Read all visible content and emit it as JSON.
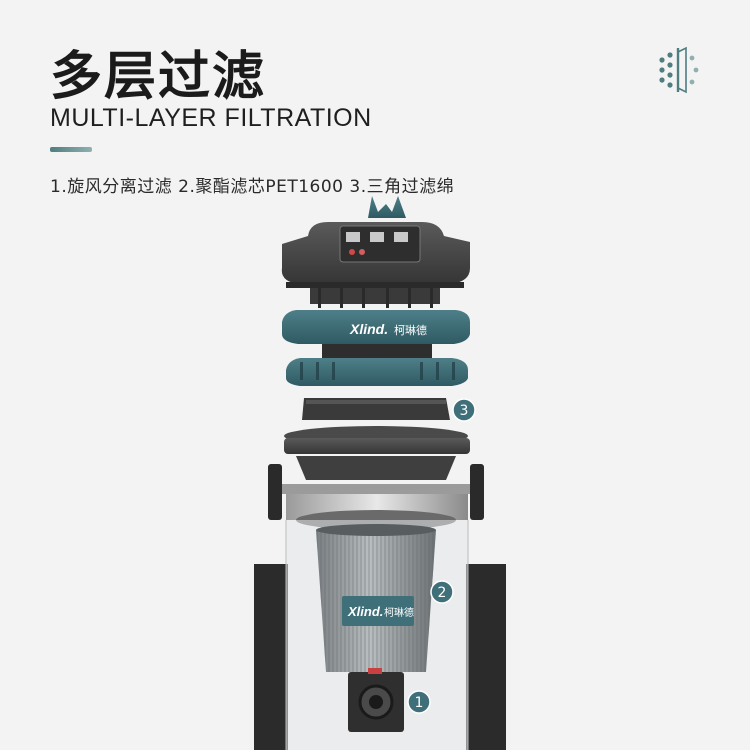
{
  "heading": {
    "title": "多层过滤",
    "subtitle": "MULTI-LAYER FILTRATION",
    "description": "1.旋风分离过滤 2.聚酯滤芯PET1600 3.三角过滤绵"
  },
  "icons": {
    "top_right": "filter-dots-icon"
  },
  "product": {
    "brand_latin": "Xlind.",
    "brand_cn": "柯琳德",
    "callouts": [
      "1",
      "2",
      "3"
    ]
  },
  "colors": {
    "accent": "#4f7d80",
    "teal_body": "#3f6f79",
    "dark_gray": "#4b4b4b",
    "badge": "#3f6f79",
    "background": "#f3f3f3"
  }
}
